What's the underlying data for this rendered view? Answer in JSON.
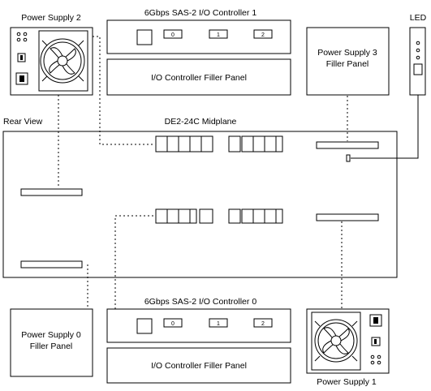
{
  "labels": {
    "power_supply_2": "Power Supply 2",
    "controller_1": "6Gbps SAS-2 I/O Controller 1",
    "controller_1_ports": [
      "0",
      "1",
      "2"
    ],
    "controller_1_filler": "I/O Controller Filler Panel",
    "ps3_filler_line1": "Power Supply 3",
    "ps3_filler_line2": "Filler Panel",
    "led": "LED",
    "rear_view": "Rear View",
    "midplane": "DE2-24C Midplane",
    "controller_0": "6Gbps SAS-2 I/O Controller 0",
    "controller_0_ports": [
      "0",
      "1",
      "2"
    ],
    "controller_0_filler": "I/O Controller Filler Panel",
    "ps0_filler_line1": "Power Supply 0",
    "ps0_filler_line2": "Filler Panel",
    "power_supply_1": "Power Supply 1"
  }
}
